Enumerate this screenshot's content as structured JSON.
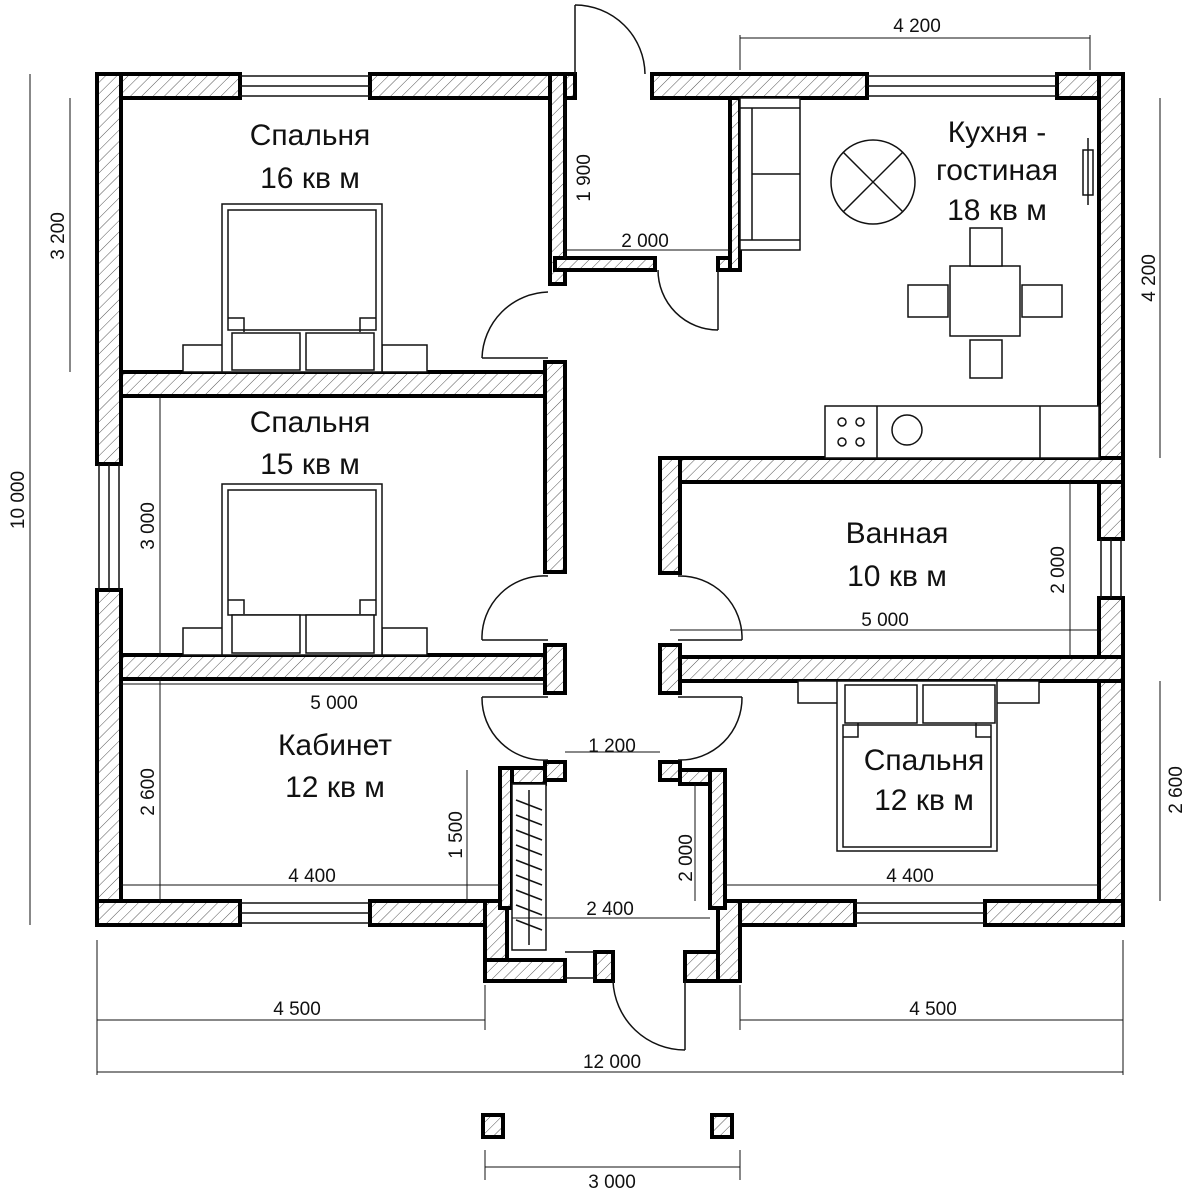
{
  "rooms": {
    "bedroom1": {
      "name": "Спальня",
      "area": "16 кв м"
    },
    "bedroom2": {
      "name": "Спальня",
      "area": "15 кв м"
    },
    "office": {
      "name": "Кабинет",
      "area": "12 кв м"
    },
    "kitchen": {
      "name_line1": "Кухня -",
      "name_line2": "гостиная",
      "area": "18 кв м"
    },
    "bathroom": {
      "name": "Ванная",
      "area": "10 кв м"
    },
    "bedroom3": {
      "name": "Спальня",
      "area": "12 кв м"
    }
  },
  "dimensions": {
    "top_kitchen_width": "4 200",
    "left_bedroom1_height": "3 200",
    "left_total_height": "10 000",
    "left_bedroom2_height": "3 000",
    "left_office_height": "2 600",
    "hall_height": "1 900",
    "hall_width": "2 000",
    "right_kitchen_height": "4 200",
    "bath_height": "2 000",
    "bath_width": "5 000",
    "right_bedroom3_height": "2 600",
    "office_top_width": "5 000",
    "corridor_width": "1 200",
    "closet_height": "1 500",
    "office_bottom_width": "4 400",
    "entry_width": "2 400",
    "entry_height": "2 000",
    "bedroom3_bottom_width": "4 400",
    "bottom_left_width": "4 500",
    "bottom_right_width": "4 500",
    "total_width": "12 000",
    "porch_width": "3 000"
  },
  "icons": [
    "bed-icon",
    "sofa-icon",
    "dining-table-icon",
    "stove-icon",
    "sink-icon",
    "ceiling-light-icon",
    "radiator-icon",
    "wardrobe-icon",
    "door-swing-icon",
    "window-icon",
    "porch-column-icon"
  ]
}
